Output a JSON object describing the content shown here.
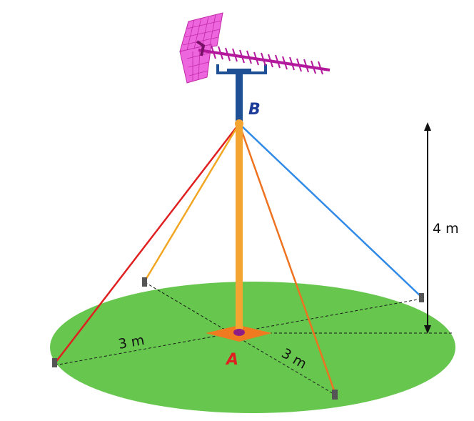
{
  "diagram": {
    "point_top": "B",
    "point_base": "A",
    "dim_height": "4 m",
    "dim_radius_left": "3 m",
    "dim_radius_front": "3 m"
  },
  "colors": {
    "ground": "#66c64e",
    "mast": "#f4a431",
    "mast_top": "#1f4f95",
    "base_plate": "#f07a20",
    "antenna": "#e040c8",
    "cable_red": "#e02020",
    "cable_orange_left": "#f2a623",
    "cable_orange_front": "#ee7220",
    "cable_blue": "#2f8ae8",
    "label_B": "#1d3c9a",
    "label_A": "#e02020"
  },
  "icons": [
    "antenna-icon"
  ]
}
